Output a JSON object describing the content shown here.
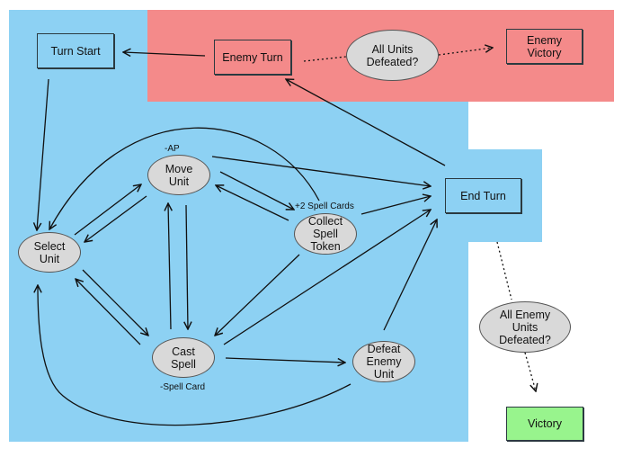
{
  "colors": {
    "player_region": "#8dd1f3",
    "enemy_region": "#f48a8a",
    "decision_fill": "#d9d9d9",
    "victory_fill": "#98f48d",
    "edge": "#111111"
  },
  "regions": [
    {
      "id": "player-phase",
      "color": "#8dd1f3"
    },
    {
      "id": "enemy-phase",
      "color": "#f48a8a"
    }
  ],
  "nodes": {
    "turn_start": {
      "label": "Turn Start",
      "shape": "rectangle"
    },
    "enemy_turn": {
      "label": "Enemy Turn",
      "shape": "rectangle"
    },
    "all_units_defeated": {
      "label": "All Units Defeated?",
      "shape": "ellipse"
    },
    "enemy_victory": {
      "label": "Enemy Victory",
      "shape": "rectangle"
    },
    "move_unit": {
      "label": "Move Unit",
      "shape": "ellipse",
      "annotation": "-AP"
    },
    "select_unit": {
      "label": "Select Unit",
      "shape": "ellipse"
    },
    "collect_spell_token": {
      "label": "Collect Spell Token",
      "shape": "ellipse",
      "annotation": "+2 Spell Cards"
    },
    "end_turn": {
      "label": "End Turn",
      "shape": "rectangle"
    },
    "cast_spell": {
      "label": "Cast Spell",
      "shape": "ellipse",
      "annotation": "-Spell Card"
    },
    "defeat_enemy_unit": {
      "label": "Defeat Enemy Unit",
      "shape": "ellipse"
    },
    "all_enemy_units_defeated": {
      "label": "All Enemy Units Defeated?",
      "shape": "ellipse"
    },
    "victory": {
      "label": "Victory",
      "shape": "rectangle"
    }
  },
  "edges": [
    {
      "from": "enemy_turn",
      "to": "turn_start",
      "style": "solid"
    },
    {
      "from": "enemy_turn",
      "to": "all_units_defeated",
      "style": "dotted"
    },
    {
      "from": "all_units_defeated",
      "to": "enemy_victory",
      "style": "dotted"
    },
    {
      "from": "turn_start",
      "to": "select_unit",
      "style": "solid"
    },
    {
      "from": "select_unit",
      "to": "move_unit",
      "style": "solid"
    },
    {
      "from": "move_unit",
      "to": "select_unit",
      "style": "solid"
    },
    {
      "from": "select_unit",
      "to": "cast_spell",
      "style": "solid"
    },
    {
      "from": "cast_spell",
      "to": "select_unit",
      "style": "solid"
    },
    {
      "from": "move_unit",
      "to": "cast_spell",
      "style": "solid"
    },
    {
      "from": "cast_spell",
      "to": "move_unit",
      "style": "solid"
    },
    {
      "from": "move_unit",
      "to": "collect_spell_token",
      "style": "solid"
    },
    {
      "from": "collect_spell_token",
      "to": "move_unit",
      "style": "solid"
    },
    {
      "from": "collect_spell_token",
      "to": "select_unit",
      "style": "solid"
    },
    {
      "from": "collect_spell_token",
      "to": "cast_spell",
      "style": "solid"
    },
    {
      "from": "move_unit",
      "to": "end_turn",
      "style": "solid"
    },
    {
      "from": "collect_spell_token",
      "to": "end_turn",
      "style": "solid"
    },
    {
      "from": "cast_spell",
      "to": "end_turn",
      "style": "solid"
    },
    {
      "from": "defeat_enemy_unit",
      "to": "end_turn",
      "style": "solid"
    },
    {
      "from": "cast_spell",
      "to": "defeat_enemy_unit",
      "style": "solid"
    },
    {
      "from": "defeat_enemy_unit",
      "to": "select_unit",
      "style": "solid"
    },
    {
      "from": "end_turn",
      "to": "enemy_turn",
      "style": "solid"
    },
    {
      "from": "end_turn",
      "to": "all_enemy_units_defeated",
      "style": "dotted"
    },
    {
      "from": "all_enemy_units_defeated",
      "to": "victory",
      "style": "dotted"
    }
  ]
}
